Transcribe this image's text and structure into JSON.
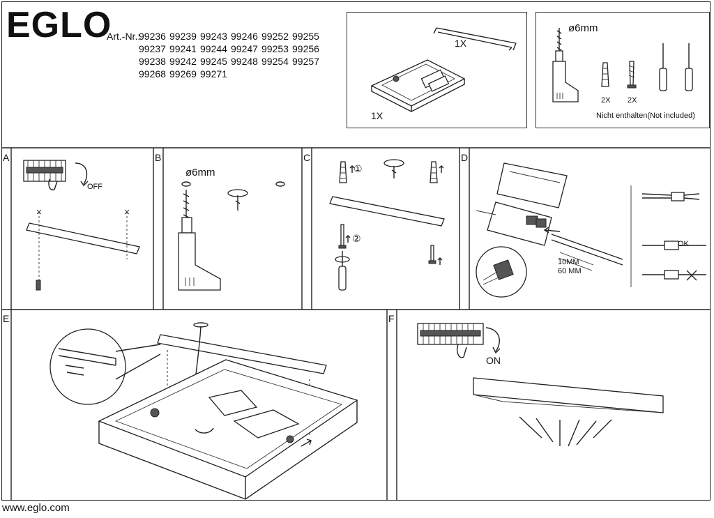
{
  "header": {
    "brand": "EGLO",
    "art_label": "Art.-Nr.:",
    "art_numbers": [
      [
        "99236",
        "99239",
        "99243",
        "99246",
        "99252",
        "99255"
      ],
      [
        "99237",
        "99241",
        "99244",
        "99247",
        "99253",
        "99256"
      ],
      [
        "99238",
        "99242",
        "99245",
        "99248",
        "99254",
        "99257"
      ],
      [
        "99268",
        "99269",
        "99271"
      ]
    ]
  },
  "contents_box": {
    "bracket_qty": "1X",
    "lamp_qty": "1X"
  },
  "tools_box": {
    "drill_size": "ø6mm",
    "anchor_qty": "2X",
    "screw_qty": "2X",
    "note": "Nicht enthalten(Not included)"
  },
  "steps": {
    "a": {
      "label": "A",
      "switch_text": "OFF"
    },
    "b": {
      "label": "B",
      "drill_size": "ø6mm"
    },
    "c": {
      "label": "C",
      "step1": "①",
      "step2": "②"
    },
    "d": {
      "label": "D",
      "strip1": "10MM",
      "strip2": "60 MM",
      "ok_text": "OK"
    },
    "e": {
      "label": "E"
    },
    "f": {
      "label": "F",
      "switch_text": "ON"
    }
  },
  "footer": {
    "url": "www.eglo.com"
  },
  "colors": {
    "line": "#222222",
    "background": "#ffffff"
  }
}
